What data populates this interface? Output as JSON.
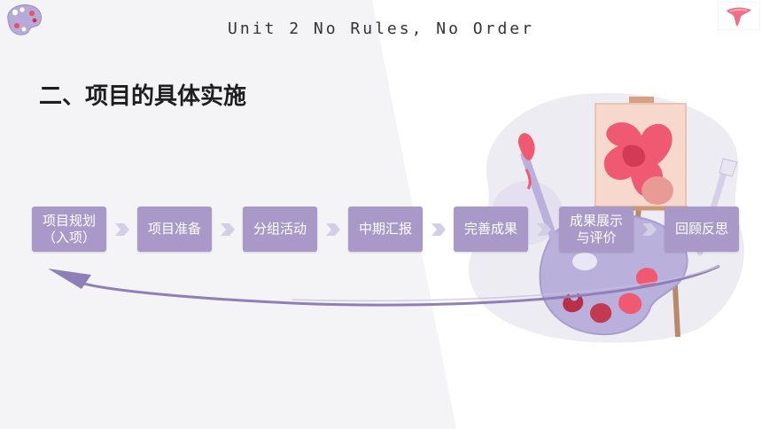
{
  "header": {
    "title": "Unit 2 No Rules, No Order"
  },
  "heading": {
    "text": "二、项目的具体实施"
  },
  "steps": [
    {
      "label": "项目规划\n（入项）"
    },
    {
      "label": "项目准备"
    },
    {
      "label": "分组活动"
    },
    {
      "label": "中期汇报"
    },
    {
      "label": "完善成果"
    },
    {
      "label": "成果展示\n与评价"
    },
    {
      "label": "回顾反思"
    }
  ],
  "colors": {
    "step_fill": "#a899c8",
    "arrow": "#d4cde6",
    "cycle_arrow": "#8f7fb8",
    "accent_red": "#e5526b",
    "background_panel": "#f4f4f6"
  },
  "icons": {
    "logo": "paint-palette-icon",
    "corner": "pink-brush-stroke-icon",
    "illustration": "easel-palette-paintbrush-illustration"
  }
}
